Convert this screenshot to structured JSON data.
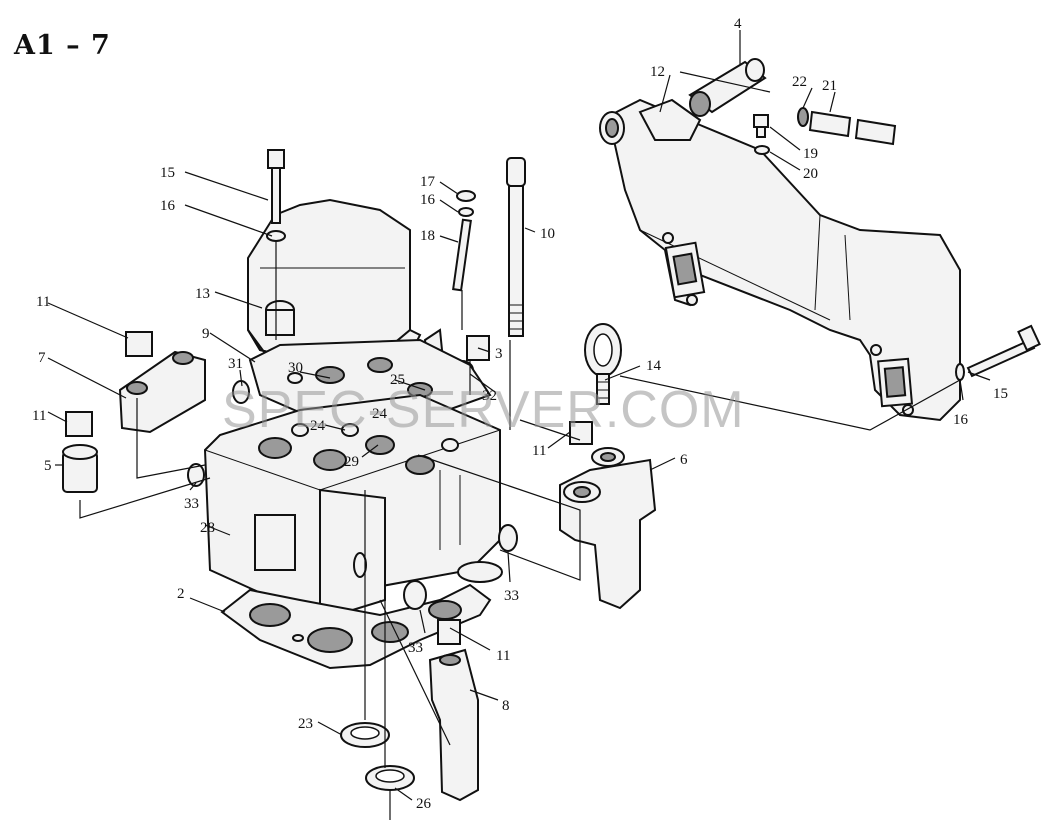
{
  "title": "A1 – 7",
  "watermark": "SPEC-SERVER.COM",
  "colors": {
    "ink": "#111111",
    "paper": "#ffffff",
    "watermark": "#969696"
  },
  "callouts": [
    {
      "id": "c1",
      "text": "4"
    },
    {
      "id": "c2",
      "text": "12"
    },
    {
      "id": "c3",
      "text": "22"
    },
    {
      "id": "c4",
      "text": "21"
    },
    {
      "id": "c5",
      "text": "19"
    },
    {
      "id": "c6",
      "text": "20"
    },
    {
      "id": "c7",
      "text": "15"
    },
    {
      "id": "c8",
      "text": "16"
    },
    {
      "id": "c9",
      "text": "17"
    },
    {
      "id": "c10",
      "text": "16"
    },
    {
      "id": "c11",
      "text": "18"
    },
    {
      "id": "c12",
      "text": "10"
    },
    {
      "id": "c13",
      "text": "13"
    },
    {
      "id": "c14",
      "text": "11"
    },
    {
      "id": "c15",
      "text": "9"
    },
    {
      "id": "c16",
      "text": "7"
    },
    {
      "id": "c17",
      "text": "31"
    },
    {
      "id": "c18",
      "text": "30"
    },
    {
      "id": "c19",
      "text": "25"
    },
    {
      "id": "c20",
      "text": "3"
    },
    {
      "id": "c21",
      "text": "32"
    },
    {
      "id": "c22",
      "text": "14"
    },
    {
      "id": "c23",
      "text": "15"
    },
    {
      "id": "c24",
      "text": "16"
    },
    {
      "id": "c25",
      "text": "11"
    },
    {
      "id": "c26",
      "text": "24"
    },
    {
      "id": "c27",
      "text": "24"
    },
    {
      "id": "c28",
      "text": "29"
    },
    {
      "id": "c29",
      "text": "11"
    },
    {
      "id": "c30",
      "text": "6"
    },
    {
      "id": "c31",
      "text": "5"
    },
    {
      "id": "c32",
      "text": "33"
    },
    {
      "id": "c33",
      "text": "28"
    },
    {
      "id": "c34",
      "text": "33"
    },
    {
      "id": "c35",
      "text": "2"
    },
    {
      "id": "c36",
      "text": "33"
    },
    {
      "id": "c37",
      "text": "11"
    },
    {
      "id": "c38",
      "text": "8"
    },
    {
      "id": "c39",
      "text": "23"
    },
    {
      "id": "c40",
      "text": "26"
    }
  ]
}
